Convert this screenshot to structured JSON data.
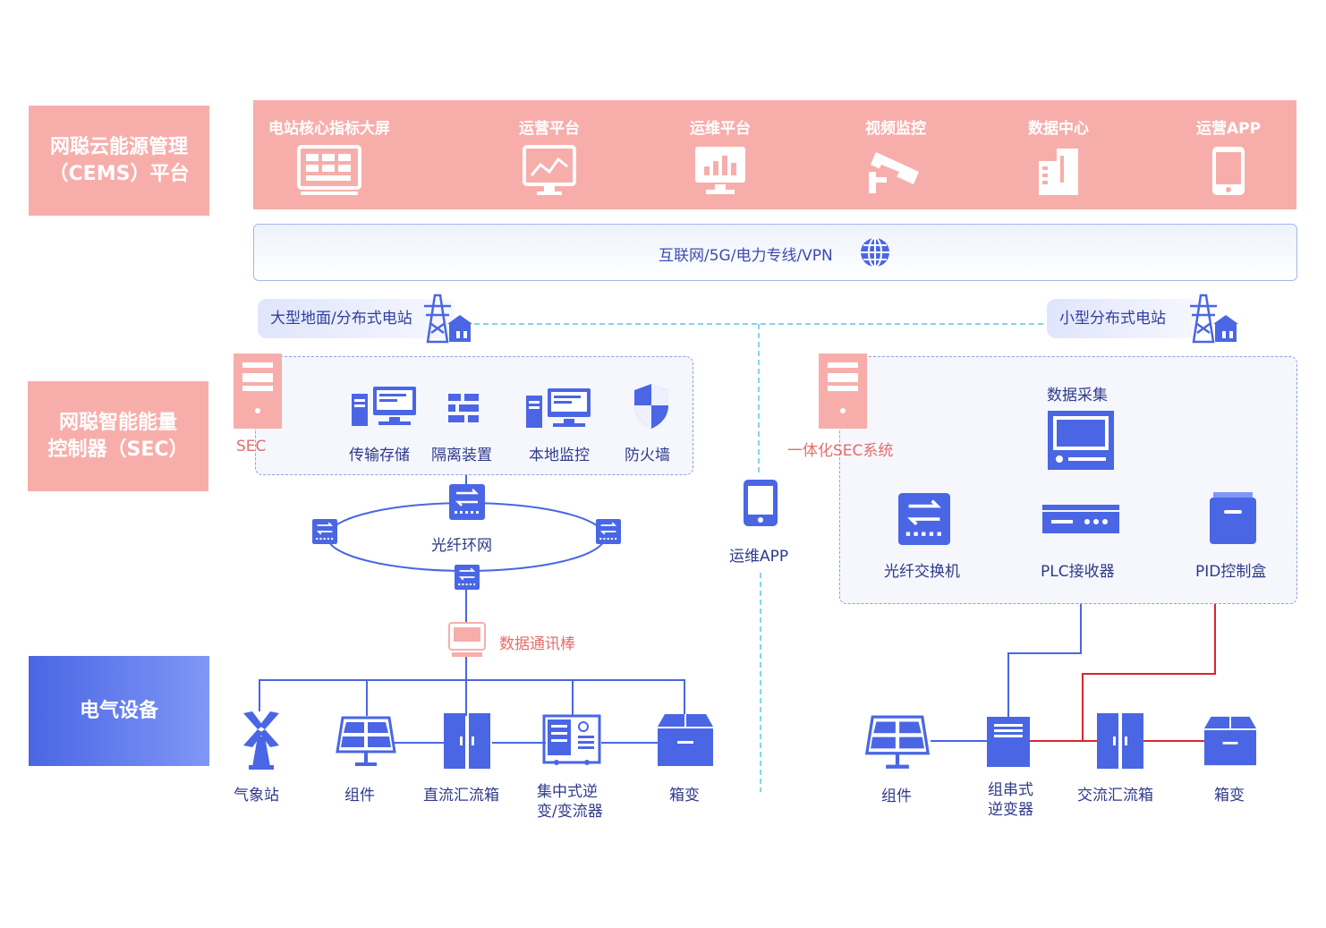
{
  "sidebar": {
    "cems": [
      "网聪云能源管理",
      "（CEMS）平台"
    ],
    "sec": [
      "网聪智能能量",
      "控制器（SEC）"
    ],
    "equipment": "电气设备"
  },
  "platforms": [
    {
      "label": "电站核心指标大屏",
      "icon": "dashboard-screen-icon"
    },
    {
      "label": "运营平台",
      "icon": "line-chart-monitor-icon"
    },
    {
      "label": "运维平台",
      "icon": "bar-chart-monitor-icon"
    },
    {
      "label": "视频监控",
      "icon": "cctv-camera-icon"
    },
    {
      "label": "数据中心",
      "icon": "buildings-icon"
    },
    {
      "label": "运营APP",
      "icon": "mobile-phone-icon"
    }
  ],
  "network": {
    "label": "互联网/5G/电力专线/VPN",
    "icon": "globe-icon"
  },
  "left_station": {
    "tag": "大型地面/分布式电站",
    "sec_label": "SEC",
    "devices": [
      "传输存储",
      "隔离装置",
      "本地监控",
      "防火墙"
    ],
    "ring_label": "光纤环网",
    "data_stick": "数据通讯棒",
    "equipment": [
      "气象站",
      "组件",
      "直流汇流箱",
      "集中式逆\n变/变流器",
      "箱变"
    ]
  },
  "center": {
    "app_label": "运维APP"
  },
  "right_station": {
    "tag": "小型分布式电站",
    "sec_label": "一体化SEC系统",
    "data_collect": "数据采集",
    "devices": [
      "光纤交换机",
      "PLC接收器",
      "PID控制盒"
    ],
    "equipment": [
      "组件",
      "组串式\n逆变器",
      "交流汇流箱",
      "箱变"
    ]
  },
  "colors": {
    "pink": "#f7aeab",
    "blue": "#4a66e4",
    "dash_line": "#55c8e6",
    "red_line": "#d9262c"
  }
}
